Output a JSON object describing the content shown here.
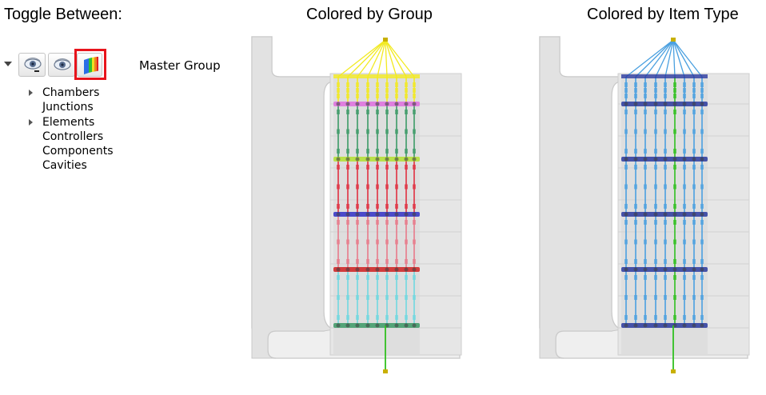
{
  "headings": {
    "toggle": "Toggle Between:",
    "by_group": "Colored by Group",
    "by_type": "Colored by Item Type"
  },
  "toolbar": {
    "buttons": [
      {
        "icon": "eye-minus-icon",
        "selected": false
      },
      {
        "icon": "eye-icon",
        "selected": false
      },
      {
        "icon": "color-spectrum-icon",
        "selected": true
      }
    ],
    "highlight_color": "#e8141c"
  },
  "tree": {
    "root_label": "Master Group",
    "items": [
      {
        "label": "Chambers",
        "expandable": true
      },
      {
        "label": "Junctions",
        "expandable": false
      },
      {
        "label": "Elements",
        "expandable": true
      },
      {
        "label": "Controllers",
        "expandable": false
      },
      {
        "label": "Components",
        "expandable": false
      },
      {
        "label": "Cavities",
        "expandable": false
      }
    ]
  },
  "colors": {
    "group_top": "#f2ea22",
    "group_band_1": "#e070e0",
    "group_section_1": "#3c9a66",
    "group_band_2": "#b4e030",
    "group_section_2": "#e03040",
    "group_band_3": "#3030c8",
    "group_section_3": "#e87a8a",
    "group_band_4": "#d02020",
    "group_section_4": "#70d8e0",
    "group_band_5": "#3c9a66",
    "group_tail": "#30c020",
    "type_pipe": "#4aa0e0",
    "type_center": "#30c020",
    "type_node": "#2a3aa0"
  }
}
